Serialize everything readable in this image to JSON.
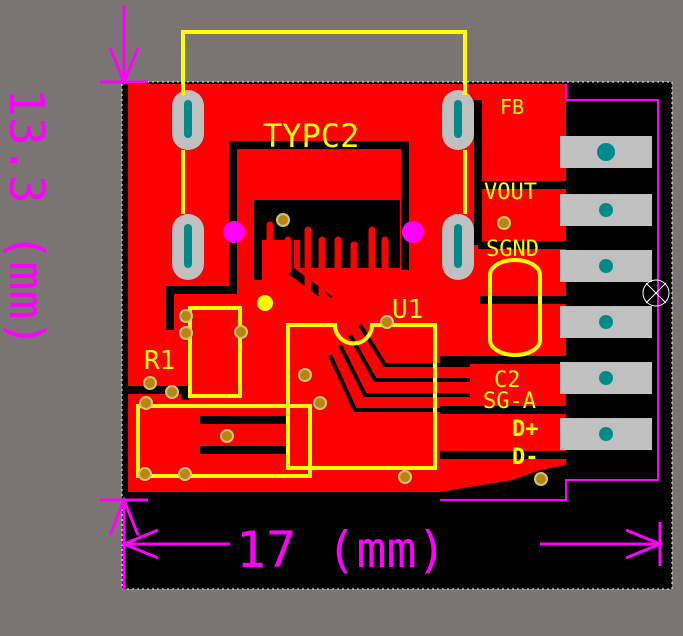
{
  "board": {
    "silkscreen_labels": {
      "usb_connector": "TYPC2",
      "fb": "FB",
      "vout": "VOUT",
      "sgnd": "SGND",
      "u1": "U1",
      "r1": "R1",
      "c2": "C2",
      "sg_a": "SG-A",
      "d_plus": "D+",
      "d_minus": "D-"
    },
    "dimensions": {
      "height": "13.3 (mm)",
      "width": "17 (mm)"
    },
    "colors": {
      "background": "#7a7573",
      "board": "#000000",
      "copper": "#ff0000",
      "silkscreen": "#ffff00",
      "dimension": "#ff00ff",
      "pad": "#c0c0c0",
      "drill": "#008b8b",
      "via": "#b8860b"
    },
    "edge_pins": 6
  }
}
